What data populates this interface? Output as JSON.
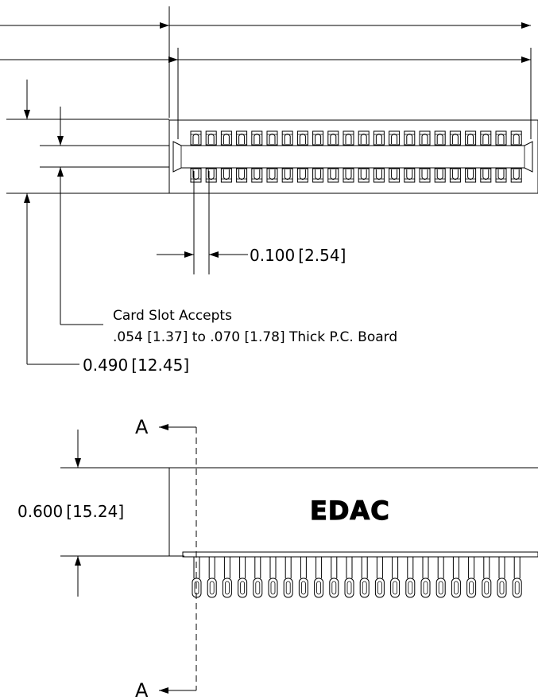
{
  "top_view": {
    "pitch_dim": "0.100",
    "pitch_dim_metric": "2.54",
    "card_slot_line1": "Card Slot Accepts",
    "card_slot_line2": ".054 [1.37] to .070 [1.78] Thick P.C. Board",
    "height_dim": "0.490",
    "height_dim_metric": "12.45"
  },
  "side_view": {
    "height_dim": "0.600",
    "height_dim_metric": "15.24",
    "brand": "EDAC",
    "section_label_top": "A",
    "section_label_bottom": "A"
  }
}
